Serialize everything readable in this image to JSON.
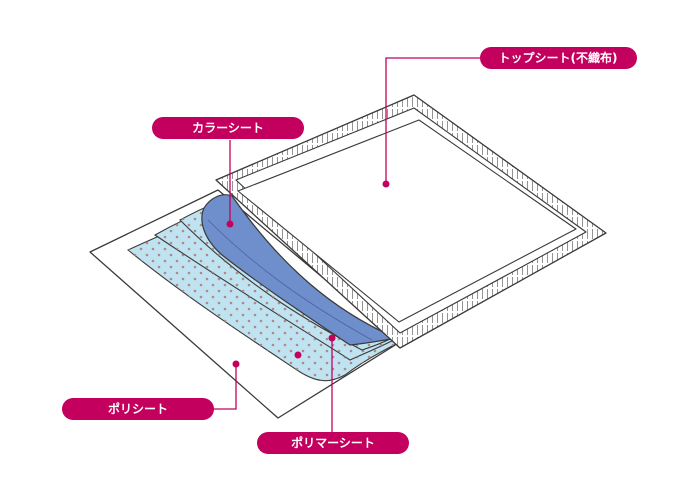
{
  "labels": {
    "top_sheet": "トップシート(不織布)",
    "color_sheet": "カラーシート",
    "poly_sheet": "ポリシート",
    "polymer_sheet": "ポリマーシート"
  },
  "colors": {
    "label_bg": "#c4005f",
    "label_text": "#ffffff",
    "leader_line": "#c4005f",
    "outline": "#3a3a3a",
    "color_sheet_fill": "#6f8fcc",
    "polymer_fill": "#bfe3f1",
    "polymer_dots": "#b08a86",
    "poly_sheet_fill": "#ffffff",
    "top_sheet_fill": "#ffffff"
  }
}
